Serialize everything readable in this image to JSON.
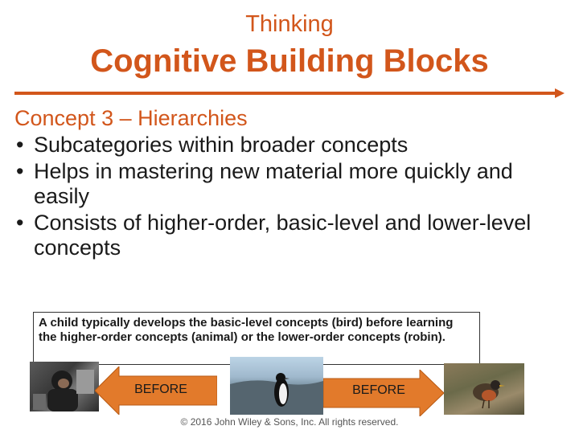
{
  "header": {
    "supertitle": "Thinking",
    "title": "Cognitive Building Blocks"
  },
  "content": {
    "concept_heading": "Concept 3 – Hierarchies",
    "bullets": [
      "Subcategories within broader concepts",
      "Helps in mastering new material more quickly and easily",
      "Consists of higher-order, basic-level and lower-level concepts"
    ]
  },
  "callout": {
    "text": "A child typically develops the basic-level concepts (bird) before learning the higher-order concepts (animal) or the lower-order concepts (robin)."
  },
  "diagram": {
    "left_arrow_label": "BEFORE",
    "right_arrow_label": "BEFORE"
  },
  "footer": {
    "copyright": "© 2016 John Wiley & Sons, Inc. All rights reserved."
  },
  "colors": {
    "accent": "#d2561b",
    "arrow_fill": "#e27a2b",
    "text": "#1a1a1a"
  }
}
